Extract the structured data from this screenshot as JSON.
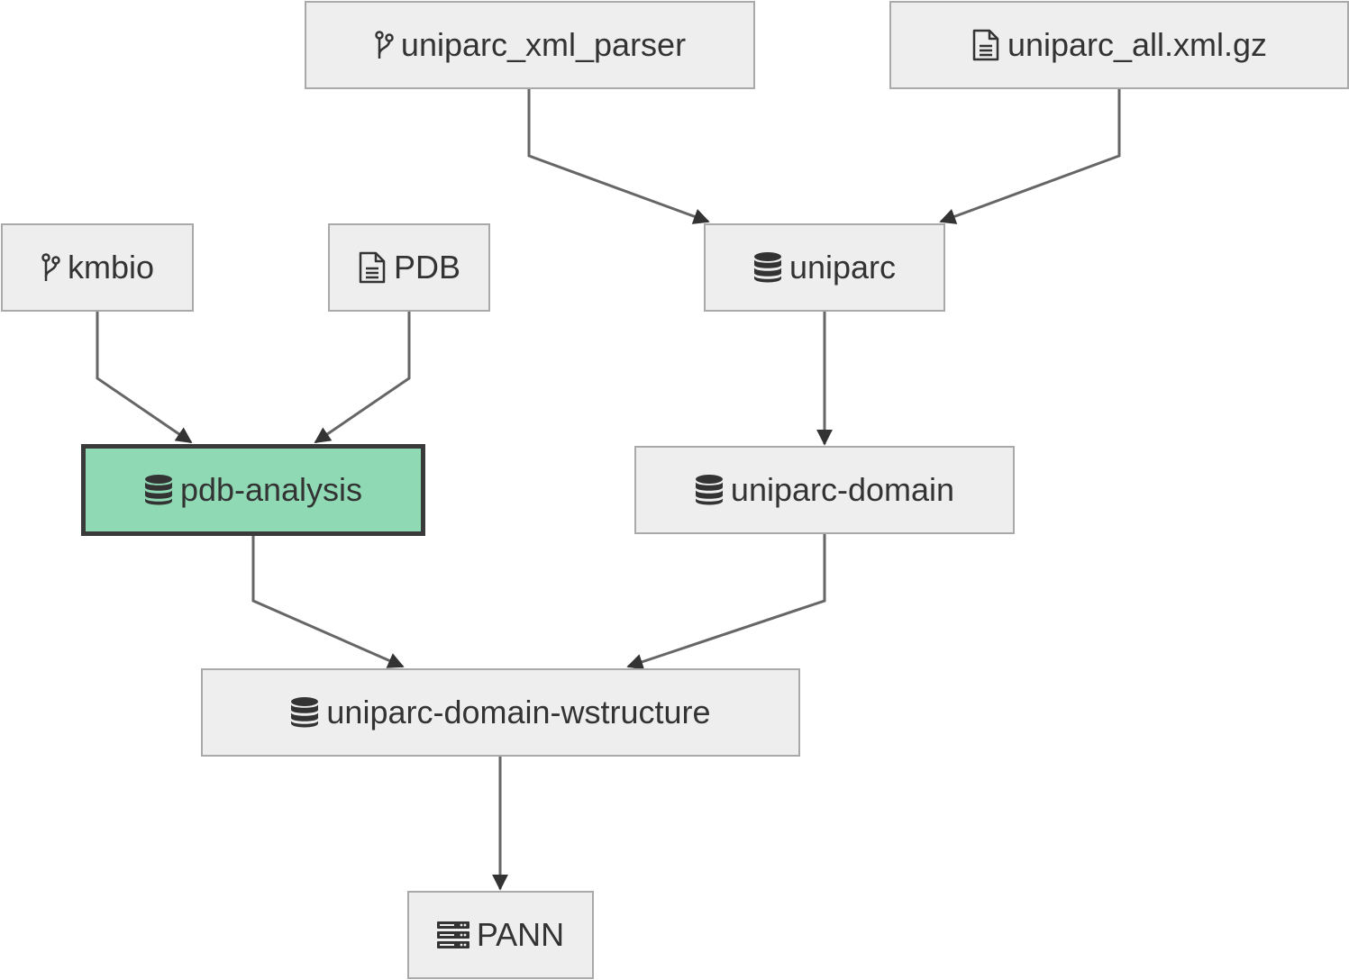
{
  "colors": {
    "node_fill": "#eeeeee",
    "node_border": "#a9a9a9",
    "highlight_fill": "#8fdab5",
    "highlight_border": "#3a3a3a",
    "edge": "#666666",
    "text": "#333333"
  },
  "nodes": {
    "uniparc_xml_parser": {
      "label": "uniparc_xml_parser",
      "icon": "code-branch-icon"
    },
    "uniparc_all": {
      "label": "uniparc_all.xml.gz",
      "icon": "file-icon"
    },
    "kmbio": {
      "label": "kmbio",
      "icon": "code-branch-icon"
    },
    "pdb": {
      "label": "PDB",
      "icon": "file-icon"
    },
    "uniparc": {
      "label": "uniparc",
      "icon": "database-icon"
    },
    "pdb_analysis": {
      "label": "pdb-analysis",
      "icon": "database-icon",
      "highlighted": true
    },
    "uniparc_domain": {
      "label": "uniparc-domain",
      "icon": "database-icon"
    },
    "wstructure": {
      "label": "uniparc-domain-wstructure",
      "icon": "database-icon"
    },
    "pann": {
      "label": "PANN",
      "icon": "server-icon"
    }
  },
  "edges": [
    {
      "from": "uniparc_xml_parser",
      "to": "uniparc"
    },
    {
      "from": "uniparc_all",
      "to": "uniparc"
    },
    {
      "from": "kmbio",
      "to": "pdb_analysis"
    },
    {
      "from": "pdb",
      "to": "pdb_analysis"
    },
    {
      "from": "uniparc",
      "to": "uniparc_domain"
    },
    {
      "from": "pdb_analysis",
      "to": "wstructure"
    },
    {
      "from": "uniparc_domain",
      "to": "wstructure"
    },
    {
      "from": "wstructure",
      "to": "pann"
    }
  ]
}
